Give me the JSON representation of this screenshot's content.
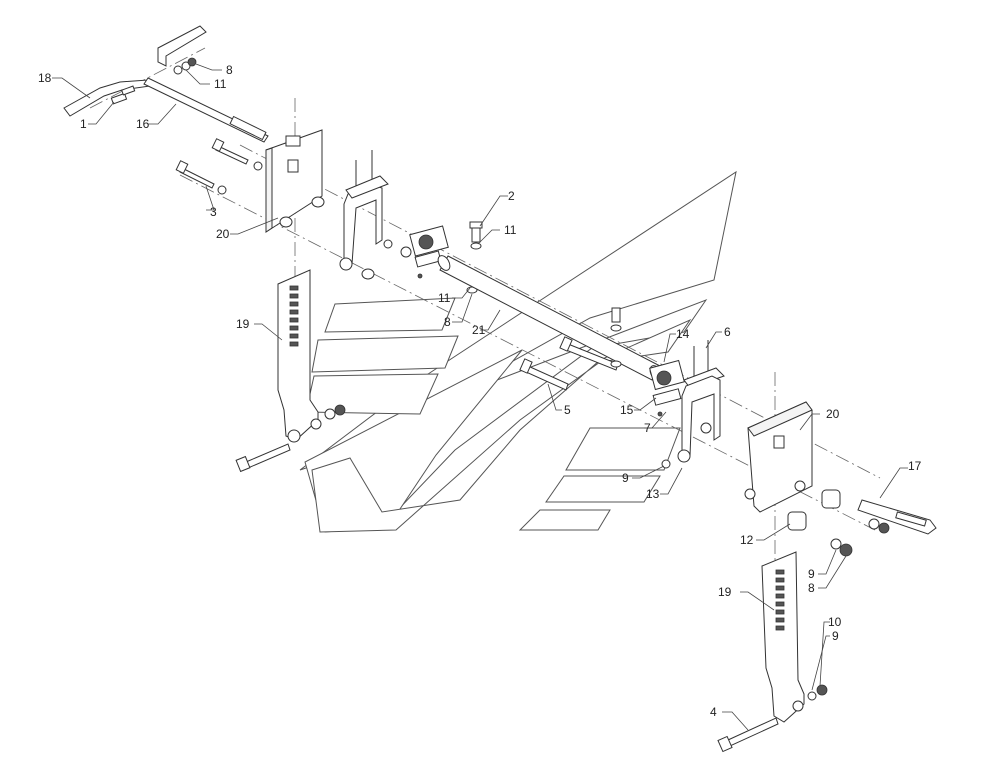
{
  "diagram": {
    "callouts": [
      {
        "id": "c1",
        "label": "18"
      },
      {
        "id": "c2",
        "label": "8"
      },
      {
        "id": "c3",
        "label": "11"
      },
      {
        "id": "c4",
        "label": "1"
      },
      {
        "id": "c5",
        "label": "16"
      },
      {
        "id": "c6",
        "label": "3"
      },
      {
        "id": "c7",
        "label": "20"
      },
      {
        "id": "c8",
        "label": "2"
      },
      {
        "id": "c9",
        "label": "11"
      },
      {
        "id": "c10",
        "label": "11"
      },
      {
        "id": "c11",
        "label": "8"
      },
      {
        "id": "c12",
        "label": "21"
      },
      {
        "id": "c13",
        "label": "19"
      },
      {
        "id": "c14",
        "label": "14"
      },
      {
        "id": "c15",
        "label": "6"
      },
      {
        "id": "c16",
        "label": "5"
      },
      {
        "id": "c17",
        "label": "15"
      },
      {
        "id": "c18",
        "label": "7"
      },
      {
        "id": "c19",
        "label": "20"
      },
      {
        "id": "c20",
        "label": "9"
      },
      {
        "id": "c21",
        "label": "13"
      },
      {
        "id": "c22",
        "label": "17"
      },
      {
        "id": "c23",
        "label": "12"
      },
      {
        "id": "c24",
        "label": "9"
      },
      {
        "id": "c25",
        "label": "8"
      },
      {
        "id": "c26",
        "label": "19"
      },
      {
        "id": "c27",
        "label": "10"
      },
      {
        "id": "c28",
        "label": "9"
      },
      {
        "id": "c29",
        "label": "4"
      }
    ]
  }
}
